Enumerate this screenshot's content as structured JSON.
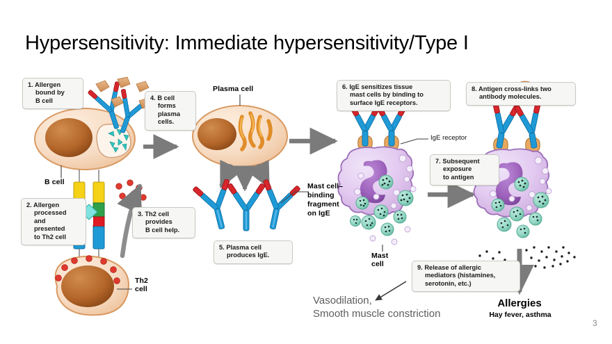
{
  "slide": {
    "title": "Hypersensitivity: Immediate hypersensitivity/Type I",
    "page_number": "3",
    "background": "#ffffff"
  },
  "callouts": [
    {
      "id": "step1",
      "num": "1.",
      "text": "Allergen bound by B cell",
      "lines": [
        "1. Allergen",
        "bound by",
        "B cell"
      ]
    },
    {
      "id": "step2",
      "num": "2.",
      "text": "Allergen processed and presented to Th2 cell",
      "lines": [
        "2. Allergen",
        "processed",
        "and",
        "presented",
        "to Th2 cell"
      ]
    },
    {
      "id": "step3",
      "num": "3.",
      "text": "Th2 cell provides B cell help.",
      "lines": [
        "3. Th2 cell",
        "provides",
        "B cell help."
      ]
    },
    {
      "id": "step4",
      "num": "4.",
      "text": "B cell forms plasma cells.",
      "lines": [
        "4. B cell",
        "forms",
        "plasma",
        "cells."
      ]
    },
    {
      "id": "step5",
      "num": "5.",
      "text": "Plasma cell produces IgE.",
      "lines": [
        "5. Plasma cell",
        "produces IgE."
      ]
    },
    {
      "id": "step6",
      "num": "6.",
      "text": "IgE sensitizes tissue mast cells by binding to surface IgE receptors.",
      "lines": [
        "6. IgE sensitizes tissue",
        "mast cells by binding to",
        "surface IgE receptors."
      ]
    },
    {
      "id": "step7",
      "num": "7.",
      "text": "Subsequent exposure to antigen",
      "lines": [
        "7. Subsequent",
        "exposure",
        "to antigen"
      ]
    },
    {
      "id": "step8",
      "num": "8.",
      "text": "Antigen cross-links two antibody molecules.",
      "lines": [
        "8. Antigen cross-links two",
        "antibody molecules."
      ]
    },
    {
      "id": "step9",
      "num": "9.",
      "text": "Release of allergic mediators (histamines, serotonin, etc.)",
      "lines": [
        "9. Release of allergic",
        "mediators (histamines,",
        "serotonin, etc.)"
      ]
    }
  ],
  "labels": {
    "b_cell": "B cell",
    "th2_cell_line1": "Th2",
    "th2_cell_line2": "cell",
    "plasma_cell": "Plasma cell",
    "mast_cell_line1": "Mast",
    "mast_cell_line2": "cell",
    "ige_receptor": "IgE receptor",
    "mast_binding_fragment": [
      "Mast cell–",
      "binding",
      "fragment",
      "on IgE"
    ],
    "vasodilation_line1": "Vasodilation,",
    "vasodilation_line2": "Smooth muscle constriction",
    "allergies_title": "Allergies",
    "allergies_sub": "Hay fever, asthma"
  },
  "colors": {
    "cell_body": "#f6d9c0",
    "cell_body_edge": "#d99a63",
    "nucleus": "#b5672a",
    "mast_body": "#e0c9ef",
    "mast_edge": "#9c6fb8",
    "mast_nucleus": "#9f63bd",
    "granule": "#8fd4c0",
    "antibody_blue": "#1f9ad6",
    "antibody_red": "#d7262c",
    "allergen": "#d99a63",
    "receptor_orange": "#e8a860",
    "mhc_yellow": "#f5d117",
    "mhc_green": "#2ea14a",
    "mhc_red": "#e01b24",
    "mhc_blue": "#1f9ad6",
    "cytokine_red": "#e0392f",
    "arrow_grey": "#7b7b7b",
    "callout_bg": "#f6f6f4",
    "callout_border": "#c9c9c4",
    "title_black": "#000000",
    "page_grey": "#8a8a8a"
  }
}
